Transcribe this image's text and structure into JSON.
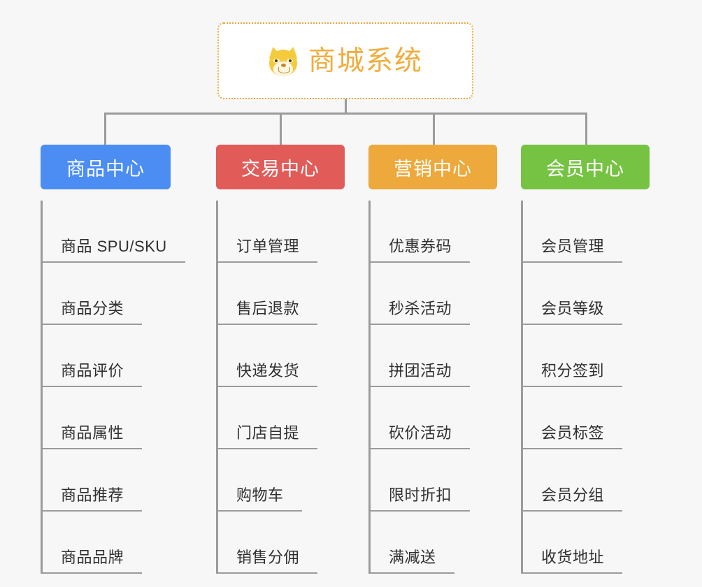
{
  "page": {
    "background_color": "#f7f7f7",
    "connector_color": "#9b9b9b"
  },
  "root": {
    "title": "商城系统",
    "icon": "dog-face-emoji",
    "text_color": "#f0ad3c",
    "border_color": "#e9a93c",
    "background_color": "#ffffff"
  },
  "columns": [
    {
      "id": "product-center",
      "title": "商品中心",
      "color": "#4b8df3",
      "items": [
        "商品 SPU/SKU",
        "商品分类",
        "商品评价",
        "商品属性",
        "商品推荐",
        "商品品牌"
      ]
    },
    {
      "id": "trade-center",
      "title": "交易中心",
      "color": "#e15c59",
      "items": [
        "订单管理",
        "售后退款",
        "快递发货",
        "门店自提",
        "购物车",
        "销售分佣"
      ]
    },
    {
      "id": "marketing-center",
      "title": "营销中心",
      "color": "#eda93c",
      "items": [
        "优惠券码",
        "秒杀活动",
        "拼团活动",
        "砍价活动",
        "限时折扣",
        "满减送"
      ]
    },
    {
      "id": "member-center",
      "title": "会员中心",
      "color": "#76c344",
      "items": [
        "会员管理",
        "会员等级",
        "积分签到",
        "会员标签",
        "会员分组",
        "收货地址"
      ]
    }
  ]
}
